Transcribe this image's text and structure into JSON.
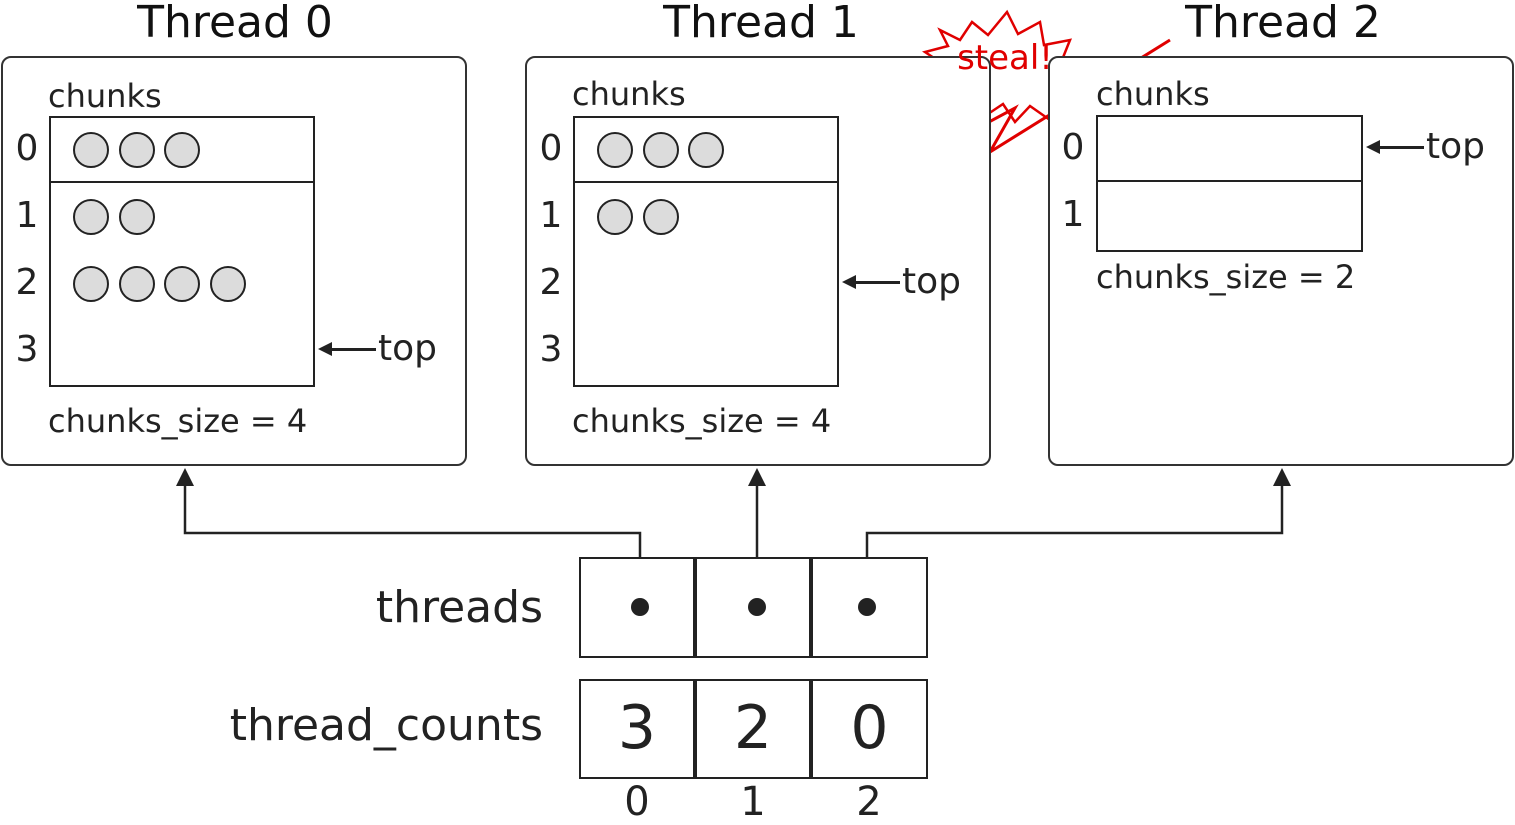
{
  "threads": [
    {
      "title": "Thread 0",
      "chunks_label": "chunks",
      "slot_indices": [
        "0",
        "1",
        "2",
        "3"
      ],
      "slot_items": [
        3,
        2,
        4,
        0
      ],
      "top_index": 3,
      "top_label": "top",
      "size_label": "chunks_size = 4"
    },
    {
      "title": "Thread 1",
      "chunks_label": "chunks",
      "slot_indices": [
        "0",
        "1",
        "2",
        "3"
      ],
      "slot_items": [
        3,
        2,
        0,
        0
      ],
      "top_index": 2,
      "top_label": "top",
      "size_label": "chunks_size = 4"
    },
    {
      "title": "Thread 2",
      "chunks_label": "chunks",
      "slot_indices": [
        "0",
        "1"
      ],
      "slot_items": [
        0,
        0
      ],
      "top_index": 0,
      "top_label": "top",
      "size_label": "chunks_size = 2"
    }
  ],
  "steal_label": "steal!",
  "threads_array": {
    "label": "threads"
  },
  "thread_counts": {
    "label": "thread_counts",
    "values": [
      "3",
      "2",
      "0"
    ],
    "indices": [
      "0",
      "1",
      "2"
    ]
  },
  "colors": {
    "steal": "#e00000",
    "ball_fill": "#dcdcdc",
    "stroke": "#222222"
  }
}
